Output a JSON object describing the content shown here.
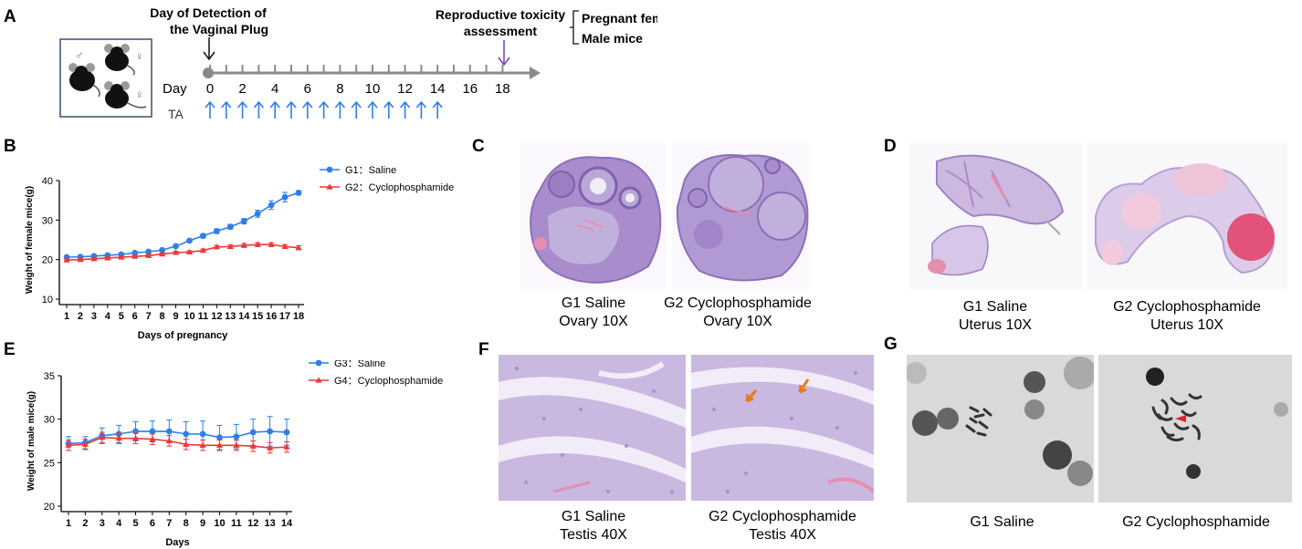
{
  "panels": {
    "A": {
      "letter": "A",
      "plug_label": [
        "Day of Detection of",
        "the Vaginal Plug"
      ],
      "assessment_label": [
        "Reproductive toxicity",
        "assessment"
      ],
      "bracket_items": [
        "Pregnant female mice",
        "Male mice"
      ],
      "day_label": "Day",
      "ta_label": "TA",
      "ticks": [
        "0",
        "2",
        "4",
        "6",
        "8",
        "10",
        "12",
        "14",
        "16",
        "18"
      ],
      "ta_arrow_count": 15,
      "male_symbol": "♂",
      "female_symbol": "♀"
    },
    "B": {
      "letter": "B",
      "legend": [
        "G1：Saline",
        "G2：Cyclophosphamide"
      ]
    },
    "C": {
      "letter": "C",
      "captions": [
        [
          "G1 Saline",
          "Ovary 10X"
        ],
        [
          "G2 Cyclophosphamide",
          "Ovary 10X"
        ]
      ]
    },
    "D": {
      "letter": "D",
      "captions": [
        [
          "G1 Saline",
          "Uterus 10X"
        ],
        [
          "G2 Cyclophosphamide",
          "Uterus 10X"
        ]
      ]
    },
    "E": {
      "letter": "E",
      "legend": [
        "G3：Saline",
        "G4：Cyclophosphamide"
      ]
    },
    "F": {
      "letter": "F",
      "captions": [
        [
          "G1 Saline",
          "Testis 40X"
        ],
        [
          "G2 Cyclophosphamide",
          "Testis 40X"
        ]
      ]
    },
    "G": {
      "letter": "G",
      "captions": [
        "G1 Saline",
        "G2 Cyclophosphamide"
      ]
    }
  },
  "colors": {
    "blue": "#2f7fe8",
    "red": "#e83a3a",
    "purple": "#7b3fb5",
    "he_purple": "#b49ad0",
    "he_pink": "#e58fb0"
  },
  "chart_data": [
    {
      "type": "line",
      "xlabel": "Days of pregnancy",
      "ylabel": "Weight of female mice(g)",
      "ylim": [
        10,
        40
      ],
      "yticks": [
        10,
        20,
        30,
        40
      ],
      "x": [
        1,
        2,
        3,
        4,
        5,
        6,
        7,
        8,
        9,
        10,
        11,
        12,
        13,
        14,
        15,
        16,
        17,
        18
      ],
      "series": [
        {
          "name": "G1：Saline",
          "color": "#2f7fe8",
          "marker": "circle",
          "values": [
            20.6,
            20.7,
            20.9,
            21.1,
            21.3,
            21.7,
            22.0,
            22.4,
            23.4,
            24.8,
            26.0,
            27.2,
            28.3,
            29.7,
            31.6,
            33.8,
            35.8,
            36.9
          ],
          "errors": [
            0.3,
            0.3,
            0.3,
            0.3,
            0.3,
            0.3,
            0.3,
            0.3,
            0.4,
            0.4,
            0.5,
            0.6,
            0.6,
            0.7,
            0.9,
            1.1,
            1.2,
            0.5
          ]
        },
        {
          "name": "G2：Cyclophosphamide",
          "color": "#e83a3a",
          "marker": "triangle",
          "values": [
            19.9,
            20.0,
            20.2,
            20.4,
            20.6,
            20.8,
            21.0,
            21.4,
            21.8,
            21.9,
            22.3,
            23.2,
            23.3,
            23.6,
            23.8,
            23.8,
            23.3,
            23.0
          ],
          "errors": [
            0.3,
            0.3,
            0.3,
            0.3,
            0.3,
            0.3,
            0.3,
            0.3,
            0.3,
            0.3,
            0.4,
            0.4,
            0.4,
            0.5,
            0.5,
            0.5,
            0.5,
            0.5
          ]
        }
      ]
    },
    {
      "type": "line",
      "xlabel": "Days",
      "ylabel": "Weight of male mice(g)",
      "ylim": [
        20,
        35
      ],
      "yticks": [
        20,
        25,
        30,
        35
      ],
      "x": [
        1,
        2,
        3,
        4,
        5,
        6,
        7,
        8,
        9,
        10,
        11,
        12,
        13,
        14
      ],
      "series": [
        {
          "name": "G3：Saline",
          "color": "#2f7fe8",
          "marker": "circle",
          "values": [
            27.2,
            27.3,
            28.1,
            28.3,
            28.6,
            28.6,
            28.6,
            28.3,
            28.3,
            27.9,
            28.0,
            28.5,
            28.6,
            28.5
          ],
          "errors": [
            0.8,
            0.7,
            0.9,
            1.0,
            1.1,
            1.2,
            1.3,
            1.4,
            1.5,
            1.4,
            1.4,
            1.5,
            1.7,
            1.5
          ]
        },
        {
          "name": "G4：Cyclophosphamide",
          "color": "#e83a3a",
          "marker": "triangle",
          "values": [
            27.0,
            27.1,
            27.9,
            27.8,
            27.8,
            27.7,
            27.5,
            27.1,
            27.0,
            27.0,
            27.0,
            26.9,
            26.7,
            26.8
          ],
          "errors": [
            0.6,
            0.6,
            0.6,
            0.6,
            0.6,
            0.6,
            0.6,
            0.6,
            0.6,
            0.6,
            0.6,
            0.6,
            0.6,
            0.6
          ]
        }
      ]
    }
  ]
}
